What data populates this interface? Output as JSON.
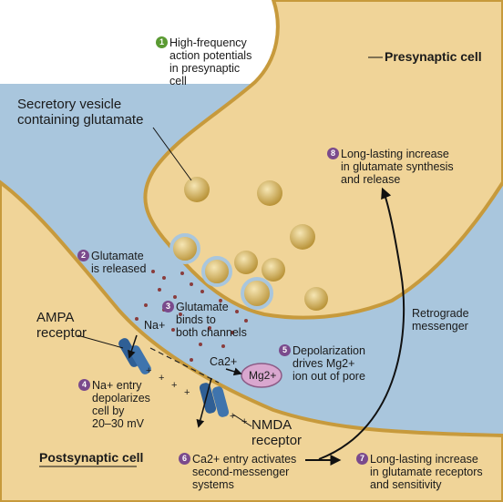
{
  "colors": {
    "synaptic_fluid": "#a9c6dd",
    "cell_tan": "#f0d498",
    "cell_edge": "#c79a3c",
    "vesicle": "#d6b565",
    "receptor_blue": "#2f5f95",
    "mg_ion": "#d9a7cf",
    "step_one_badge": "#5a9a32",
    "step_badge": "#7a4a8c"
  },
  "labels": {
    "presynaptic": "Presynaptic cell",
    "postsynaptic": "Postsynaptic cell",
    "vesicle": [
      "Secretory vesicle",
      "containing glutamate"
    ],
    "ampa": [
      "AMPA",
      "receptor"
    ],
    "nmda": [
      "NMDA",
      "receptor"
    ],
    "retrograde": [
      "Retrograde",
      "messenger"
    ],
    "na_ion": "Na+",
    "ca_ion": "Ca2+",
    "mg_ion": "Mg2+"
  },
  "steps": [
    {
      "num": "1",
      "lines": [
        "High-frequency",
        "action potentials",
        "in presynaptic",
        "cell"
      ]
    },
    {
      "num": "2",
      "lines": [
        "Glutamate",
        "is released"
      ]
    },
    {
      "num": "3",
      "lines": [
        "Glutamate",
        "binds to",
        "both channels"
      ]
    },
    {
      "num": "4",
      "lines": [
        "Na+ entry",
        "depolarizes",
        "cell by",
        "20–30 mV"
      ]
    },
    {
      "num": "5",
      "lines": [
        "Depolarization",
        "drives Mg2+",
        "ion out of pore"
      ]
    },
    {
      "num": "6",
      "lines": [
        "Ca2+ entry activates",
        "second-messenger",
        "systems"
      ]
    },
    {
      "num": "7",
      "lines": [
        "Long-lasting increase",
        "in glutamate receptors",
        "and sensitivity"
      ]
    },
    {
      "num": "8",
      "lines": [
        "Long-lasting increase",
        "in glutamate synthesis",
        "and release"
      ]
    }
  ]
}
